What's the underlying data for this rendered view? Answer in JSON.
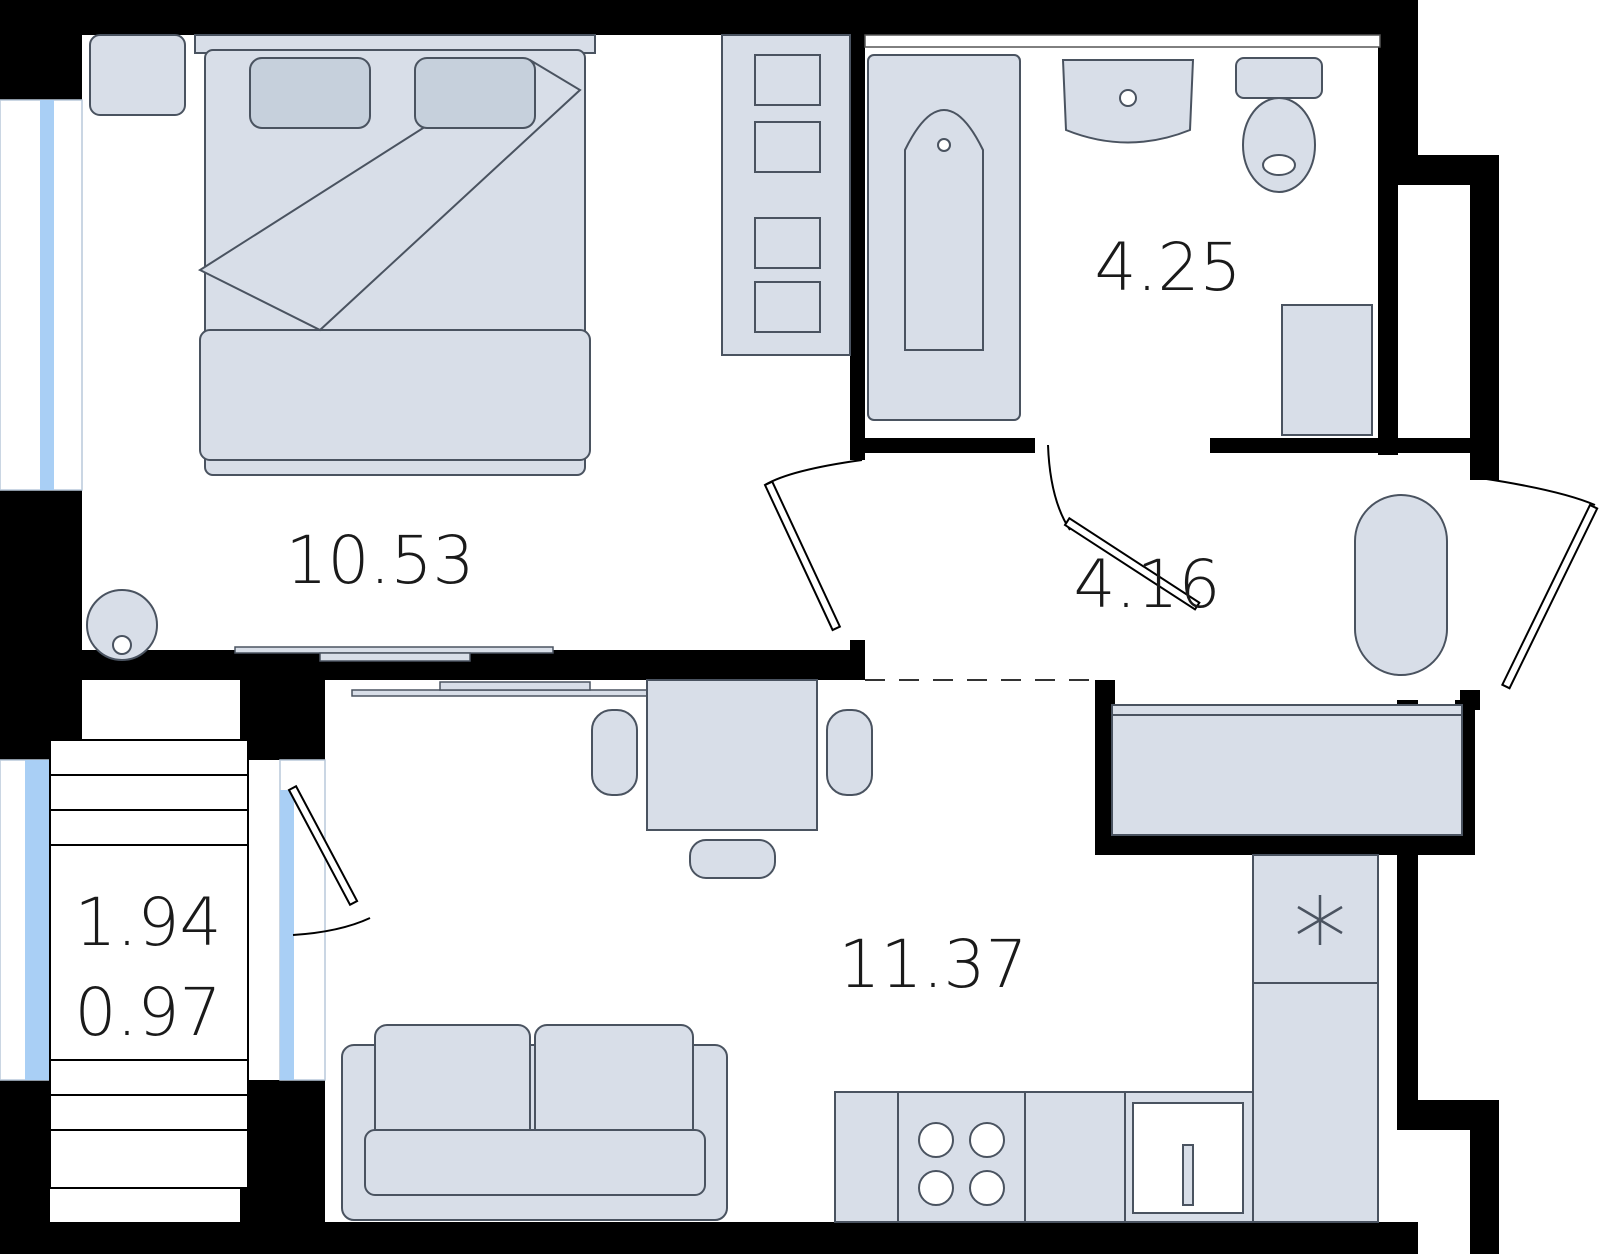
{
  "rooms": [
    {
      "id": "bedroom",
      "area": "10.53"
    },
    {
      "id": "bathroom",
      "area": "4.25"
    },
    {
      "id": "hallway",
      "area": "4.16"
    },
    {
      "id": "living-kitchen",
      "area": "11.37"
    },
    {
      "id": "balcony",
      "area": "1.94"
    },
    {
      "id": "balcony-reduced",
      "area": "0.97"
    }
  ],
  "colors": {
    "wall": "#000000",
    "furniture_fill": "#d8dee8",
    "furniture_stroke": "#4a5360",
    "window_glass": "#a9cff5",
    "floor": "#ffffff"
  }
}
